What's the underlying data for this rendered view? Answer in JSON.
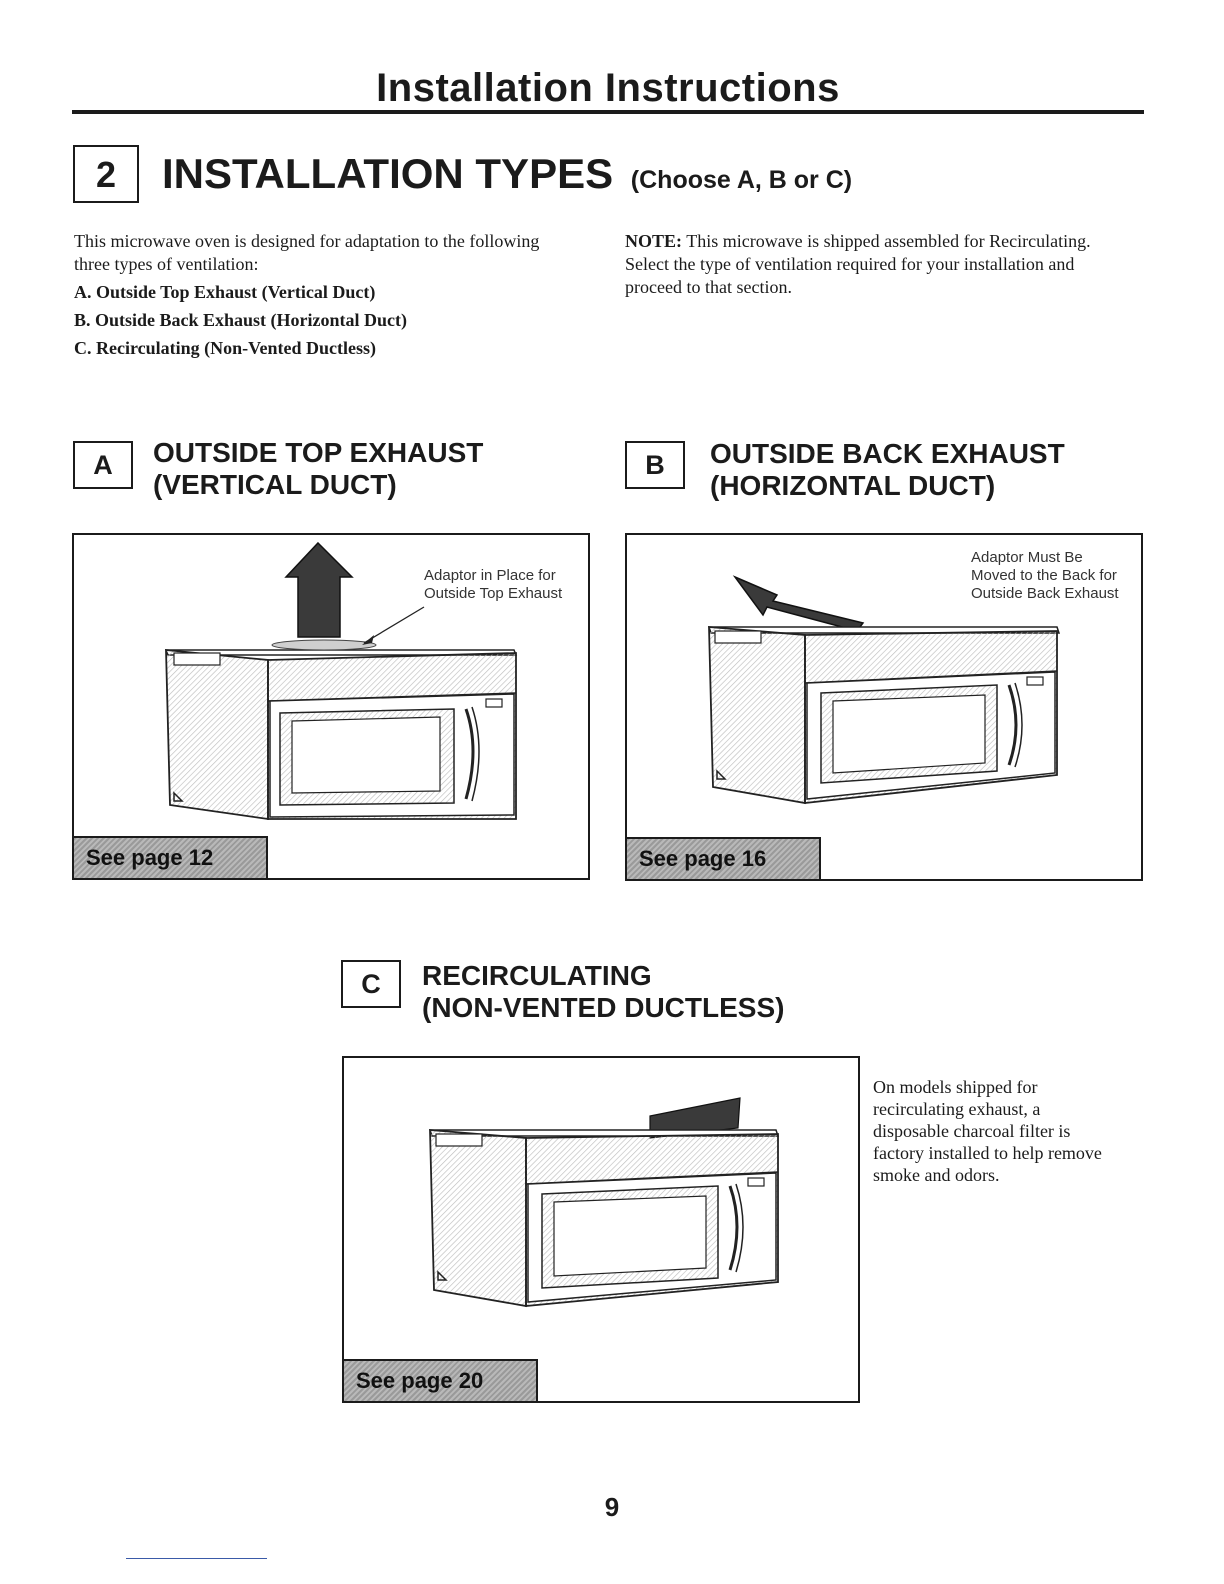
{
  "header": {
    "title": "Installation Instructions"
  },
  "section": {
    "number": "2",
    "title": "INSTALLATION TYPES",
    "choose": "(Choose A, B or C)"
  },
  "intro": {
    "text": "This microwave oven is designed for adaptation to the following three types of ventilation:",
    "options": [
      "A. Outside Top Exhaust (Vertical Duct)",
      "B. Outside Back Exhaust (Horizontal Duct)",
      "C. Recirculating (Non-Vented Ductless)"
    ]
  },
  "note": {
    "label": "NOTE:",
    "text": "This microwave is shipped assembled for Recirculating. Select the type of ventilation required for your installation and proceed to that section."
  },
  "types": [
    {
      "letter": "A",
      "title_line1": "OUTSIDE TOP EXHAUST",
      "title_line2": "(VERTICAL DUCT)",
      "caption": [
        "Adaptor in Place for",
        "Outside Top Exhaust"
      ],
      "see_page": "See page 12"
    },
    {
      "letter": "B",
      "title_line1": "OUTSIDE BACK EXHAUST",
      "title_line2": "(HORIZONTAL DUCT)",
      "caption": [
        "Adaptor Must Be",
        "Moved to the Back for",
        "Outside Back Exhaust"
      ],
      "see_page": "See page 16"
    },
    {
      "letter": "C",
      "title_line1": "RECIRCULATING",
      "title_line2": "(NON-VENTED DUCTLESS)",
      "see_page": "See page 20",
      "side_text": "On models shipped for recirculating exhaust, a disposable charcoal filter is factory installed to help remove smoke and odors."
    }
  ],
  "page_number": "9"
}
